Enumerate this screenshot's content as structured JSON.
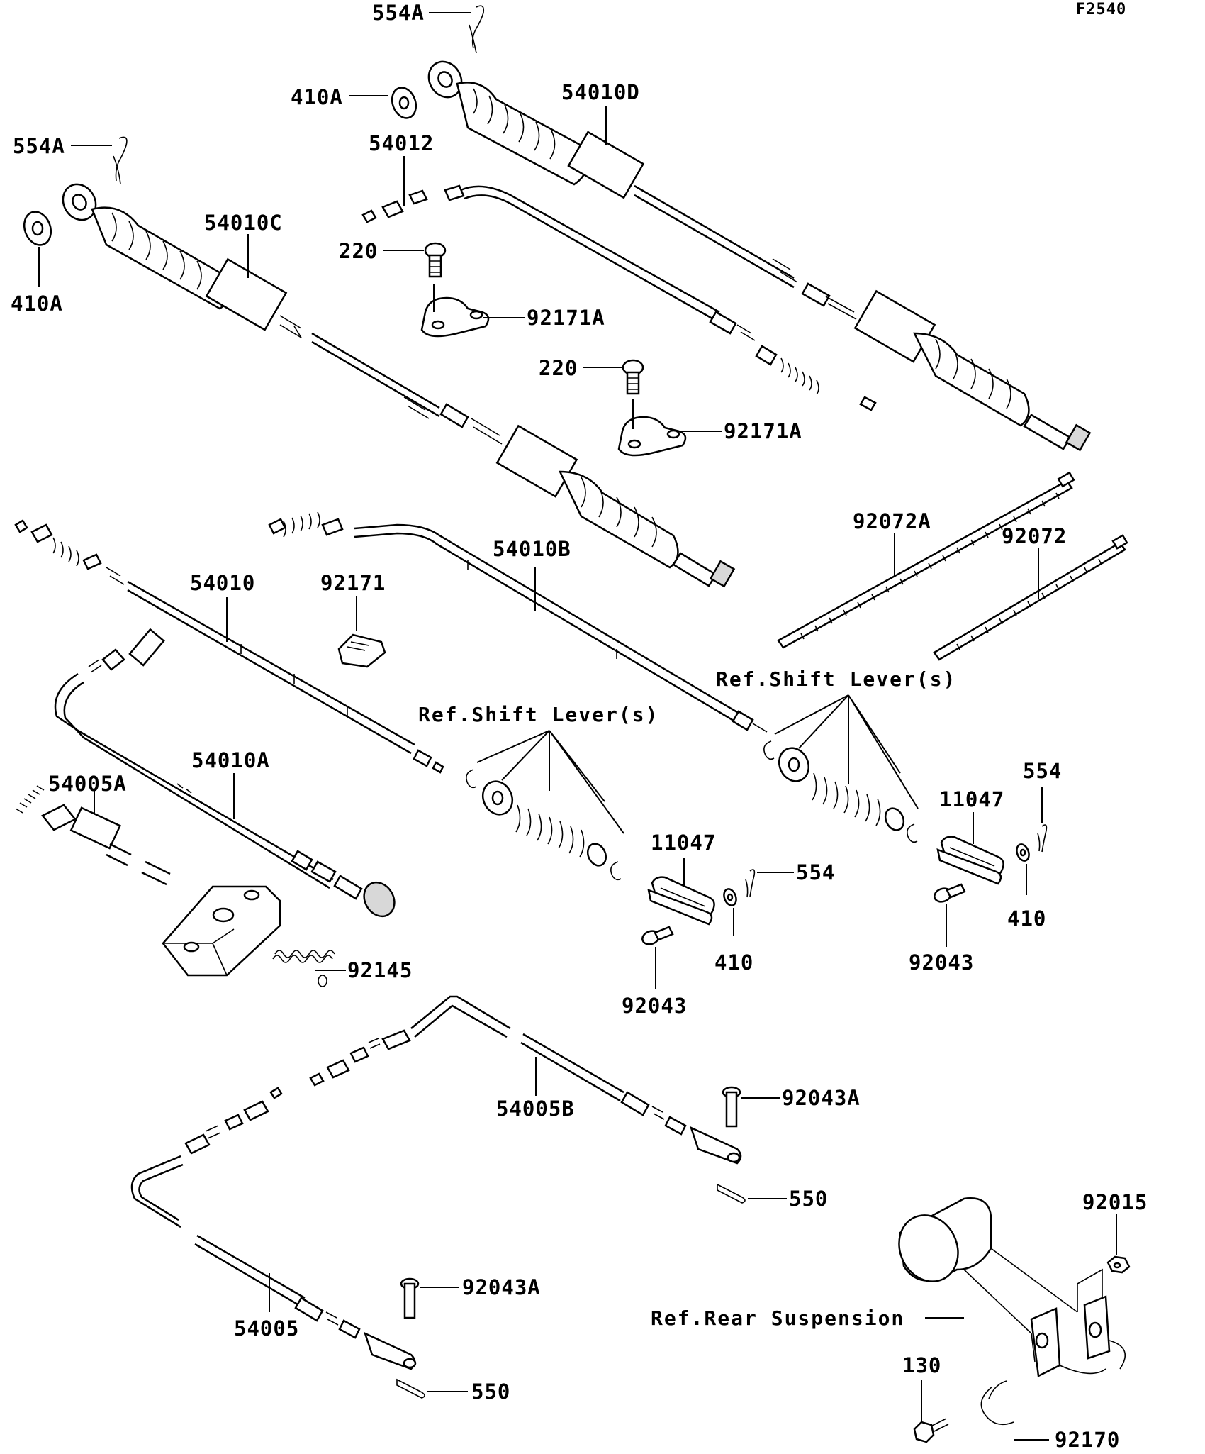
{
  "figure_code": "F2540",
  "labels": {
    "l554A_top": "554A",
    "l410A_top": "410A",
    "l54010D": "54010D",
    "l54012": "54012",
    "l554A_left": "554A",
    "l410A_left": "410A",
    "l54010C": "54010C",
    "l220_a": "220",
    "l92171A_a": "92171A",
    "l220_b": "220",
    "l92171A_b": "92171A",
    "l92072A": "92072A",
    "l92072": "92072",
    "l54010B": "54010B",
    "l54010": "54010",
    "l92171": "92171",
    "l54010A": "54010A",
    "l54005A": "54005A",
    "l92145": "92145",
    "l11047_a": "11047",
    "l554_a": "554",
    "l410_a": "410",
    "l92043_a": "92043",
    "l11047_b": "11047",
    "l554_b": "554",
    "l410_b": "410",
    "l92043_b": "92043",
    "l54005B": "54005B",
    "l92043A_a": "92043A",
    "l550_a": "550",
    "l92043A_b": "92043A",
    "l550_b": "550",
    "l54005": "54005",
    "l92015": "92015",
    "l130": "130",
    "l92170": "92170"
  },
  "references": {
    "shift_lever_left": "Ref.Shift Lever(s)",
    "shift_lever_right": "Ref.Shift Lever(s)",
    "rear_suspension": "Ref.Rear Suspension"
  }
}
